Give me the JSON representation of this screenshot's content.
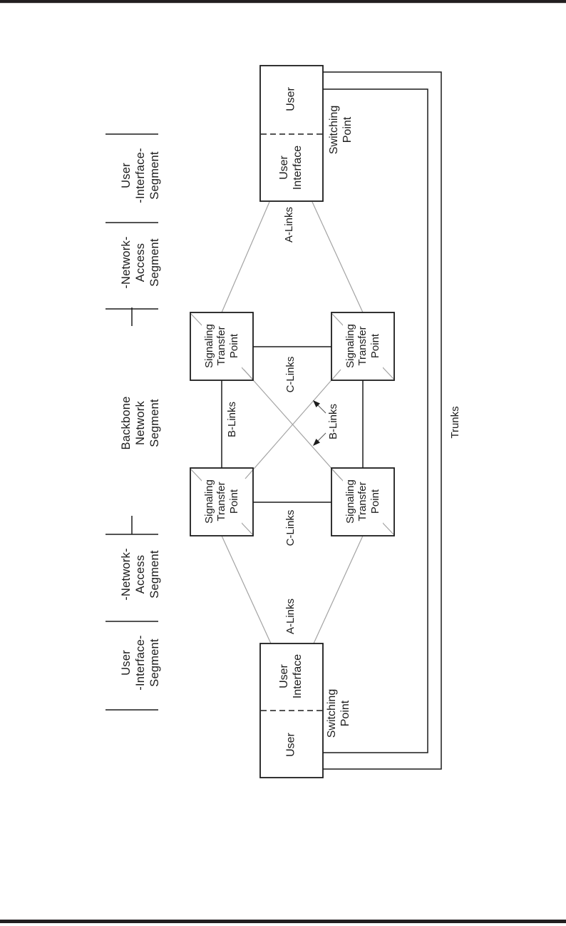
{
  "colors": {
    "ink": "#1c1c1c",
    "diagonal_gray": "#a3a3a3",
    "background": "#ffffff"
  },
  "segments": [
    {
      "label": "User\n-Interface-\nSegment"
    },
    {
      "label": "-Network-\nAccess\nSegment"
    },
    {
      "label": "Backbone\nNetwork\nSegment"
    },
    {
      "label": "-Network-\nAccess\nSegment"
    },
    {
      "label": "User\n-Interface-\nSegment"
    }
  ],
  "boxes": {
    "top_switching_point": {
      "upper": "User",
      "lower": "User\nInterface",
      "side": "Switching\nPoint"
    },
    "bottom_switching_point": {
      "upper": "User\nInterface",
      "lower": "User",
      "side": "Switching\nPoint"
    },
    "stps": [
      {
        "label": "Signaling\nTransfer\nPoint"
      },
      {
        "label": "Signaling\nTransfer\nPoint"
      },
      {
        "label": "Signaling\nTransfer\nPoint"
      },
      {
        "label": "Signaling\nTransfer\nPoint"
      }
    ]
  },
  "links": {
    "a_top": "A-Links",
    "c_top": "C-Links",
    "b_left": "B-Links",
    "b_cross": "B-Links",
    "c_bottom": "C-Links",
    "a_bottom": "A-Links",
    "trunks": "Trunks"
  }
}
